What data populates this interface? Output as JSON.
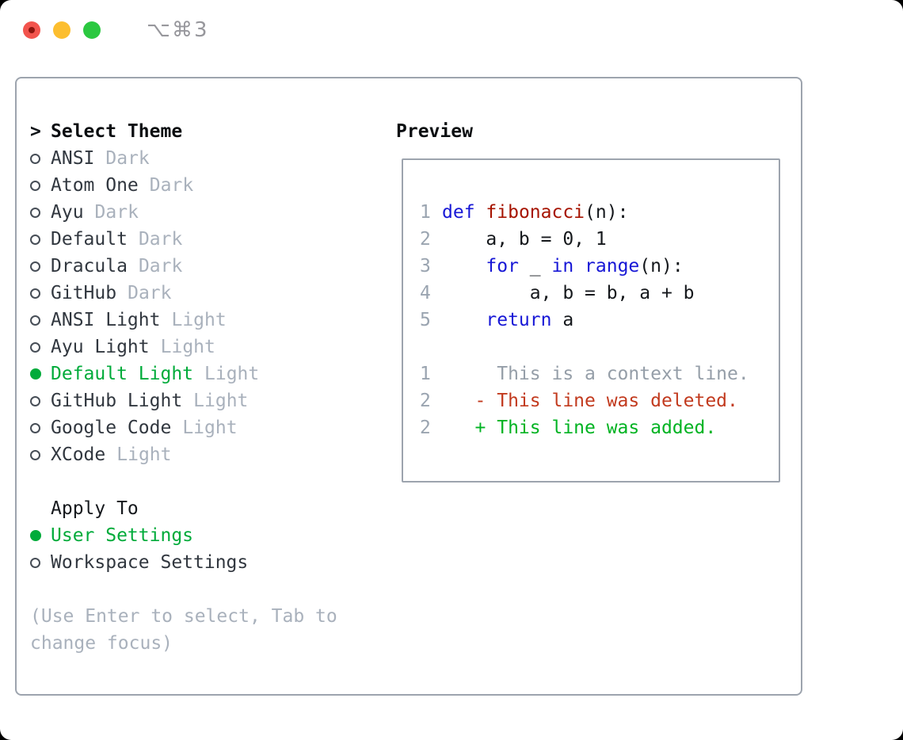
{
  "colors": {
    "selection_green": "#00ab3a",
    "border_gray": "#9da4ae",
    "muted_gray": "#a9b1bc",
    "traffic_red": "#f2544d",
    "traffic_yellow": "#fcbe2f",
    "traffic_green": "#2bc840",
    "title_gray": "#97979c"
  },
  "window": {
    "title": "⌥⌘3"
  },
  "theme_selector": {
    "header_marker": ">",
    "header_label": "Select Theme",
    "themes": [
      {
        "name": "ANSI",
        "variant": "Dark",
        "selected": false
      },
      {
        "name": "Atom One",
        "variant": "Dark",
        "selected": false
      },
      {
        "name": "Ayu",
        "variant": "Dark",
        "selected": false
      },
      {
        "name": "Default",
        "variant": "Dark",
        "selected": false
      },
      {
        "name": "Dracula",
        "variant": "Dark",
        "selected": false
      },
      {
        "name": "GitHub",
        "variant": "Dark",
        "selected": false
      },
      {
        "name": "ANSI Light",
        "variant": "Light",
        "selected": false
      },
      {
        "name": "Ayu Light",
        "variant": "Light",
        "selected": false
      },
      {
        "name": "Default Light",
        "variant": "Light",
        "selected": true
      },
      {
        "name": "GitHub Light",
        "variant": "Light",
        "selected": false
      },
      {
        "name": "Google Code",
        "variant": "Light",
        "selected": false
      },
      {
        "name": "XCode",
        "variant": "Light",
        "selected": false
      }
    ],
    "apply_to": {
      "label": "Apply To",
      "options": [
        {
          "name": "User Settings",
          "selected": true
        },
        {
          "name": "Workspace Settings",
          "selected": false
        }
      ]
    },
    "hint": "(Use Enter to select, Tab to change focus)"
  },
  "preview": {
    "label": "Preview",
    "syntax_colors": {
      "keyword": "#1717d6",
      "function": "#a61300",
      "plain": "#15181c",
      "context": "#959ea8",
      "removed": "#c23a1e",
      "added": "#00b322",
      "lineno": "#9aa4b0"
    },
    "code_lines": [
      {
        "num": "1",
        "segments": [
          {
            "t": "def",
            "c": "keyword"
          },
          {
            "t": " ",
            "c": "plain"
          },
          {
            "t": "fibonacci",
            "c": "function"
          },
          {
            "t": "(n):",
            "c": "plain"
          }
        ]
      },
      {
        "num": "2",
        "segments": [
          {
            "t": "    a, b = 0, 1",
            "c": "plain"
          }
        ]
      },
      {
        "num": "3",
        "segments": [
          {
            "t": "    ",
            "c": "plain"
          },
          {
            "t": "for",
            "c": "keyword"
          },
          {
            "t": " _ ",
            "c": "plain"
          },
          {
            "t": "in",
            "c": "keyword"
          },
          {
            "t": " ",
            "c": "plain"
          },
          {
            "t": "range",
            "c": "keyword"
          },
          {
            "t": "(n):",
            "c": "plain"
          }
        ]
      },
      {
        "num": "4",
        "segments": [
          {
            "t": "        a, b = b, a + b",
            "c": "plain"
          }
        ]
      },
      {
        "num": "5",
        "segments": [
          {
            "t": "    ",
            "c": "plain"
          },
          {
            "t": "return",
            "c": "keyword"
          },
          {
            "t": " a",
            "c": "plain"
          }
        ]
      },
      {
        "num": "",
        "segments": []
      },
      {
        "num": "1",
        "segments": [
          {
            "t": "     This is a context line.",
            "c": "context"
          }
        ]
      },
      {
        "num": "2",
        "segments": [
          {
            "t": "   - This line was deleted.",
            "c": "removed"
          }
        ]
      },
      {
        "num": "2",
        "segments": [
          {
            "t": "   + This line was added.",
            "c": "added"
          }
        ]
      }
    ]
  }
}
